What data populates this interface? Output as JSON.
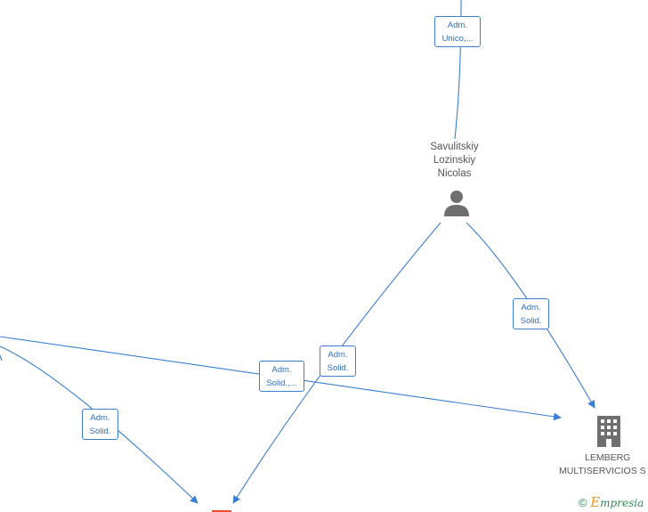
{
  "nodes": {
    "person": {
      "lines": [
        "Savulitskiy",
        "Lozinskiy",
        "Nicolas"
      ],
      "icon": "person-icon"
    },
    "company": {
      "lines": [
        "LEMBERG",
        "MULTISERVICIOS S"
      ],
      "icon": "building-icon"
    }
  },
  "roles": {
    "top": [
      "Adm.",
      "Unico,..."
    ],
    "right": [
      "Adm.",
      "Solid."
    ],
    "center": [
      "Adm.",
      "Solid."
    ],
    "middle": [
      "Adm.",
      "Solid.,..."
    ],
    "left": [
      "Adm.",
      "Solid."
    ]
  },
  "watermark": {
    "copyright": "©",
    "brand_first": "E",
    "brand_rest": "mpresia"
  },
  "colors": {
    "edge": "#3a7fd0",
    "label": "#555555",
    "icon": "#6f6f6f",
    "accent": "#e8542a"
  }
}
